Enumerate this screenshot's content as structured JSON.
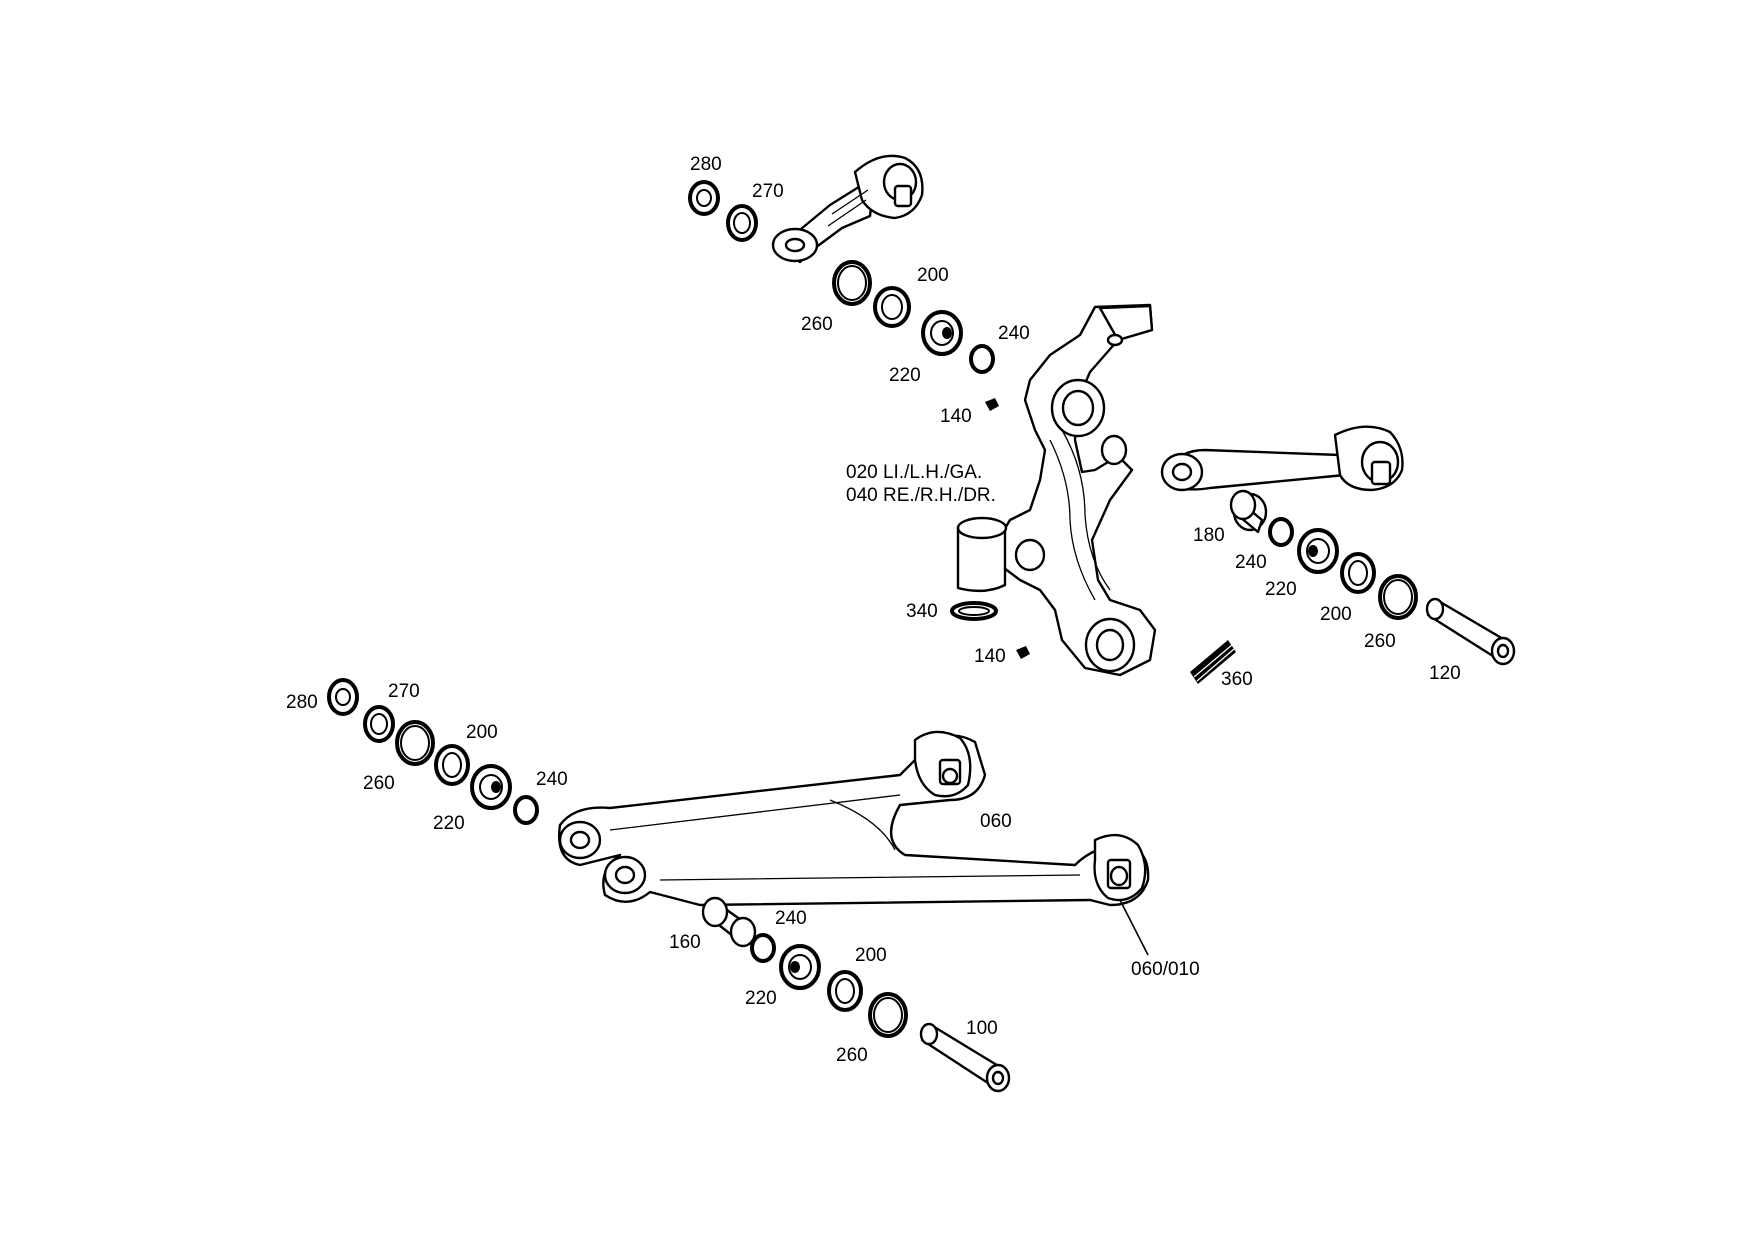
{
  "variant_label": {
    "line1": "020 LI./L.H./GA.",
    "line2": "040 RE./R.H./DR."
  },
  "callouts": {
    "upper_link": {
      "nut": "280",
      "washer": "270",
      "ring": "260",
      "spacer": "200",
      "bearing": "220",
      "circlip": "240"
    },
    "knuckle": {
      "bolt_top": "140",
      "bolt_bottom": "140",
      "seal": "340",
      "label_360": "360"
    },
    "tie_rod": {
      "bushing": "180",
      "circlip": "240",
      "bearing": "220",
      "spacer": "200",
      "ring": "260",
      "pin": "120"
    },
    "lower_left": {
      "nut": "280",
      "washer": "270",
      "ring": "260",
      "spacer": "200",
      "bearing": "220",
      "circlip": "240"
    },
    "lower_arm": {
      "arm": "060",
      "bushing_detail": "060/010"
    },
    "lower_bottom": {
      "bushing": "160",
      "circlip": "240",
      "bearing": "220",
      "spacer": "200",
      "ring": "260",
      "pin": "100"
    }
  }
}
